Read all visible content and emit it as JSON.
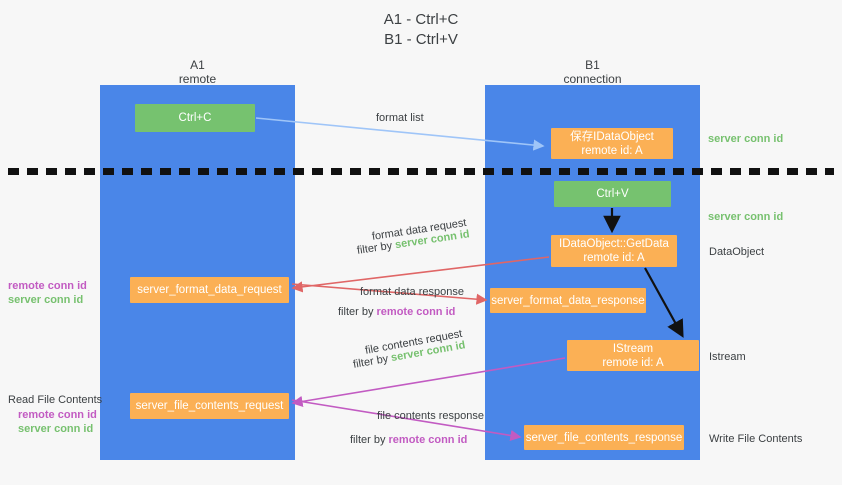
{
  "title": {
    "line1": "A1 - Ctrl+C",
    "line2": "B1 - Ctrl+V"
  },
  "columns": [
    {
      "name": "A1",
      "sub": "remote"
    },
    {
      "name": "B1",
      "sub": "connection"
    }
  ],
  "nodes": {
    "ctrl_c": {
      "line1": "Ctrl+C"
    },
    "save_idataobject": {
      "line1": "保存IDataObject",
      "line2": "remote id: A"
    },
    "ctrl_v": {
      "line1": "Ctrl+V"
    },
    "getdata": {
      "line1": "IDataObject::GetData",
      "line2": "remote id: A"
    },
    "format_data_request": {
      "line1": "server_format_data_request"
    },
    "format_data_response": {
      "line1": "server_format_data_response"
    },
    "istream": {
      "line1": "IStream",
      "line2": "remote id: A"
    },
    "file_contents_request": {
      "line1": "server_file_contents_request"
    },
    "file_contents_response": {
      "line1": "server_file_contents_response"
    }
  },
  "edges": {
    "format_list": "format list",
    "format_data_request_title": "format data request",
    "format_data_request_filter_prefix": "filter by ",
    "format_data_request_filter_value": "server conn id",
    "format_data_response_title": "format data response",
    "format_data_response_filter_prefix": "filter by ",
    "format_data_response_filter_value": "remote conn id",
    "file_contents_request_title": "file contents request",
    "file_contents_request_filter_prefix": "filter by ",
    "file_contents_request_filter_value": "server conn id",
    "file_contents_response_title": "file contents response",
    "file_contents_response_filter_prefix": "filter by ",
    "file_contents_response_filter_value": "remote conn id"
  },
  "annotations": {
    "server_conn_id_top": "server conn id",
    "server_conn_id_mid": "server conn id",
    "dataobject": "DataObject",
    "istream": "Istream",
    "write_file_contents": "Write File Contents",
    "read_file_contents": "Read File Contents",
    "left_mid_remote": "remote conn id",
    "left_mid_server": "server conn id",
    "left_bottom_remote": "remote conn id",
    "left_bottom_server": "server conn id"
  },
  "colors": {
    "lane": "#4a86e8",
    "green_node": "#76c26f",
    "orange_node": "#fbb055",
    "server_conn_id": "#77c16f",
    "remote_conn_id": "#c25bc2",
    "arrow_blue": "#9fc5f8",
    "arrow_red": "#e06666",
    "arrow_magenta": "#c25bc2",
    "arrow_black": "#111111",
    "background": "#f7f7f7"
  }
}
